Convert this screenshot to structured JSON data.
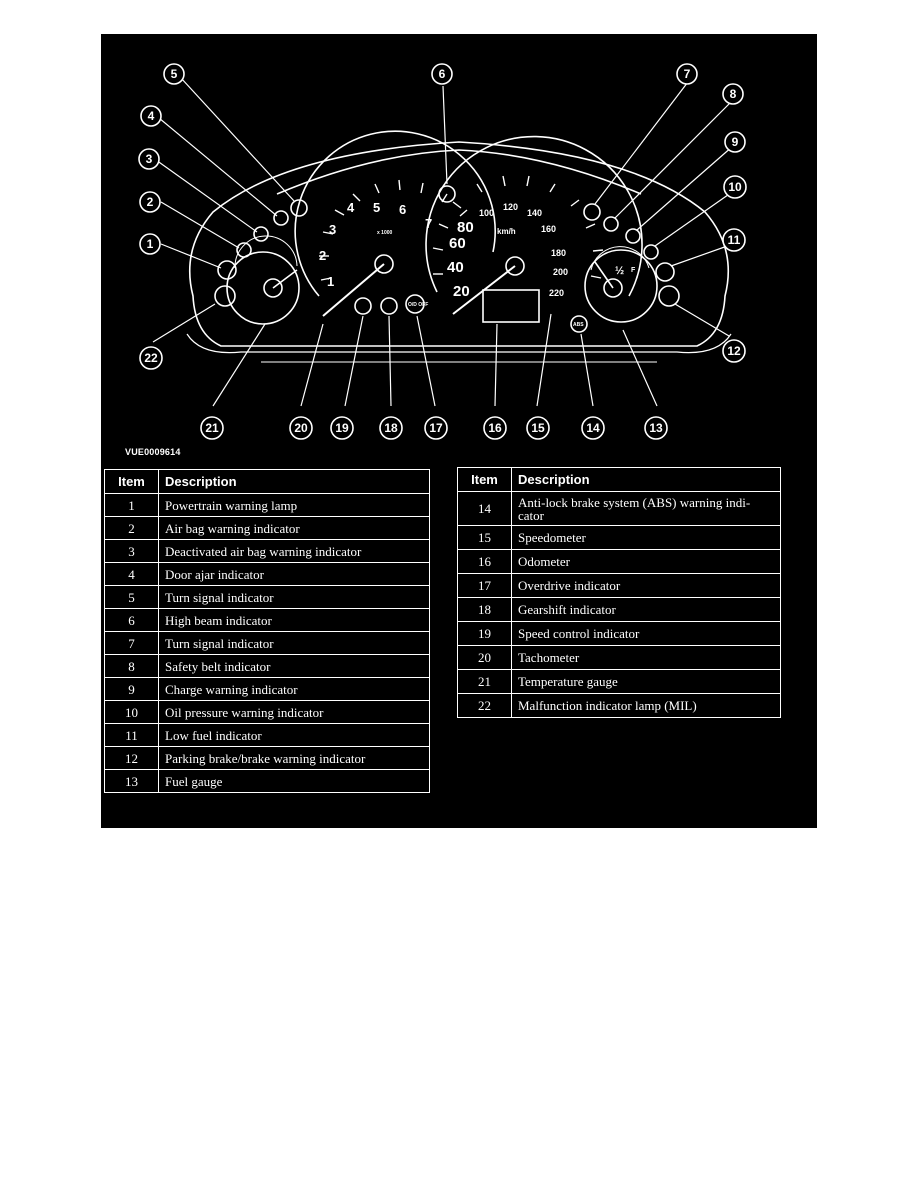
{
  "figure": {
    "id": "VUE0009614",
    "callouts": [
      "1",
      "2",
      "3",
      "4",
      "5",
      "6",
      "7",
      "8",
      "9",
      "10",
      "11",
      "12",
      "13",
      "14",
      "15",
      "16",
      "17",
      "18",
      "19",
      "20",
      "21",
      "22"
    ],
    "tachometer_labels": [
      "1",
      "2",
      "3",
      "4",
      "5",
      "6",
      "7"
    ],
    "tachometer_unit": "x 1000",
    "speed_inner_labels": [
      "20",
      "40",
      "60",
      "80"
    ],
    "speed_outer_labels": [
      "100",
      "120",
      "140",
      "160",
      "180",
      "200",
      "220"
    ],
    "speed_unit": "km/h",
    "overdrive_label": "O/D OFF",
    "abs_label": "ABS",
    "fuel_labels": [
      "½",
      "F"
    ]
  },
  "table_left": {
    "header": {
      "item": "Item",
      "description": "Description"
    },
    "rows": [
      {
        "item": "1",
        "description": "Powertrain warning lamp"
      },
      {
        "item": "2",
        "description": "Air bag warning indicator"
      },
      {
        "item": "3",
        "description": "Deactivated air bag warning indicator"
      },
      {
        "item": "4",
        "description": "Door ajar indicator"
      },
      {
        "item": "5",
        "description": "Turn signal indicator"
      },
      {
        "item": "6",
        "description": "High beam indicator"
      },
      {
        "item": "7",
        "description": "Turn signal indicator"
      },
      {
        "item": "8",
        "description": "Safety belt indicator"
      },
      {
        "item": "9",
        "description": "Charge warning indicator"
      },
      {
        "item": "10",
        "description": "Oil pressure warning indicator"
      },
      {
        "item": "11",
        "description": "Low fuel indicator"
      },
      {
        "item": "12",
        "description": "Parking brake/brake warning indicator"
      },
      {
        "item": "13",
        "description": "Fuel gauge"
      }
    ]
  },
  "table_right": {
    "header": {
      "item": "Item",
      "description": "Description"
    },
    "rows": [
      {
        "item": "14",
        "description": "Anti-lock brake system (ABS) warning indi-cator"
      },
      {
        "item": "15",
        "description": "Speedometer"
      },
      {
        "item": "16",
        "description": "Odometer"
      },
      {
        "item": "17",
        "description": "Overdrive indicator"
      },
      {
        "item": "18",
        "description": "Gearshift indicator"
      },
      {
        "item": "19",
        "description": "Speed control indicator"
      },
      {
        "item": "20",
        "description": "Tachometer"
      },
      {
        "item": "21",
        "description": "Temperature gauge"
      },
      {
        "item": "22",
        "description": "Malfunction indicator lamp (MIL)"
      }
    ]
  }
}
